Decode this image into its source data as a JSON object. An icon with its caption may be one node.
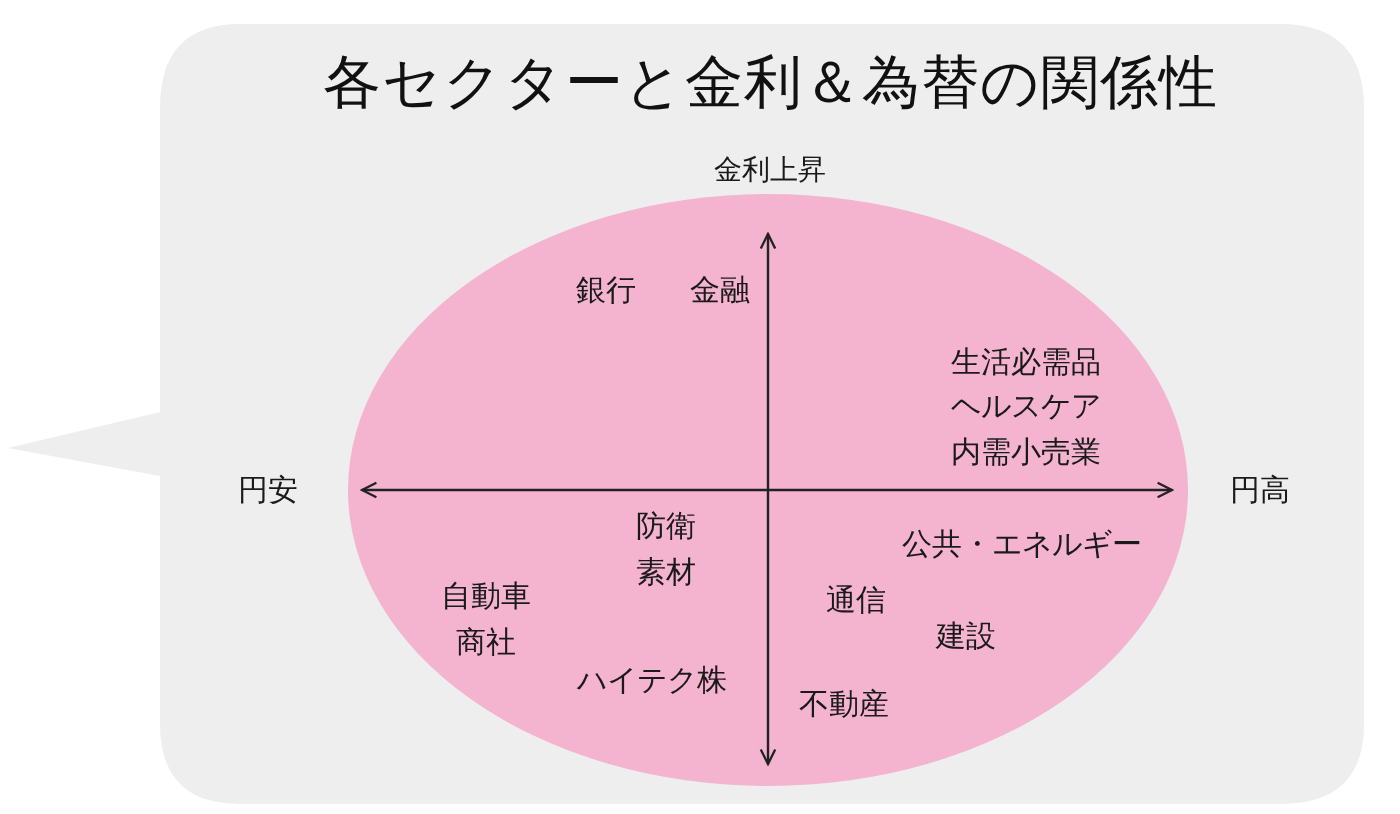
{
  "diagram": {
    "title": "各セクターと金利＆為替の関係性",
    "labels": [
      "金利上昇",
      "銀行",
      "金融",
      "生活必需品",
      "ヘルスケア",
      "内需小売業",
      "円安",
      "円高",
      "防衛",
      "公共・エネルギー",
      "素材",
      "自動車",
      "通信",
      "商社",
      "建設",
      "ハイテク株",
      "不動産"
    ]
  }
}
